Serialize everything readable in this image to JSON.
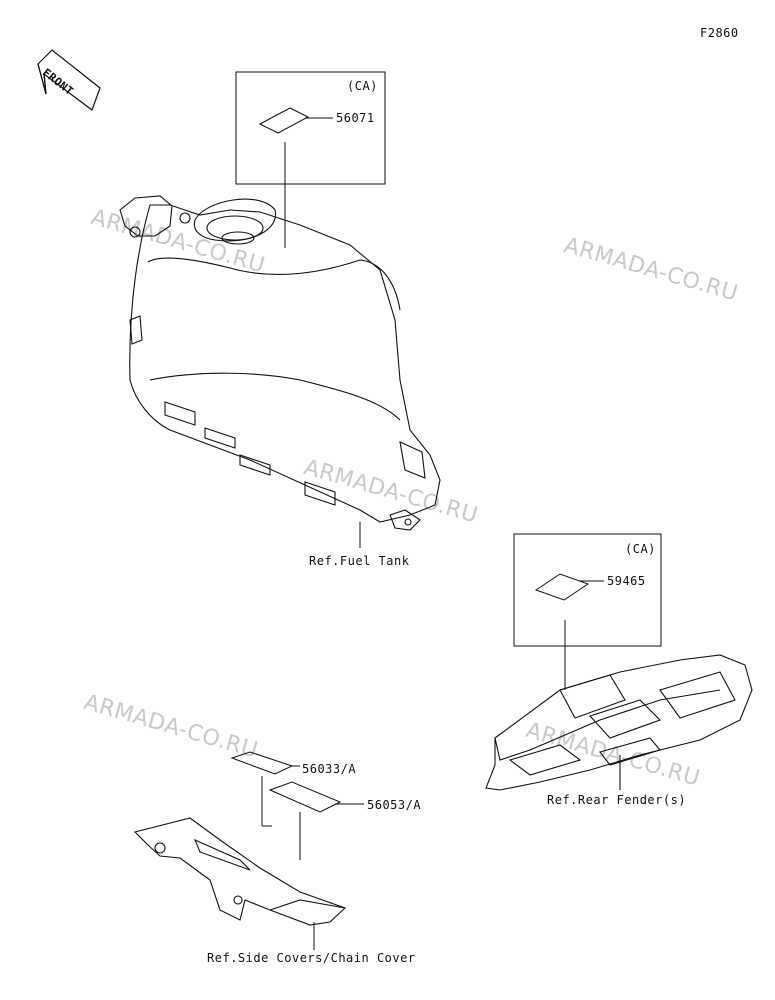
{
  "diagram_code": "F2860",
  "front_label": "FRONT",
  "watermark": "ARMADA-CO.RU",
  "groups": {
    "fuel_tank": {
      "region_code": "(CA)",
      "part_number": "56071",
      "reference": "Ref.Fuel Tank"
    },
    "rear_fender": {
      "region_code": "(CA)",
      "part_number": "59465",
      "reference": "Ref.Rear Fender(s)"
    },
    "side_covers": {
      "part_numbers": [
        "56033/A",
        "56053/A"
      ],
      "reference": "Ref.Side Covers/Chain Cover"
    }
  }
}
